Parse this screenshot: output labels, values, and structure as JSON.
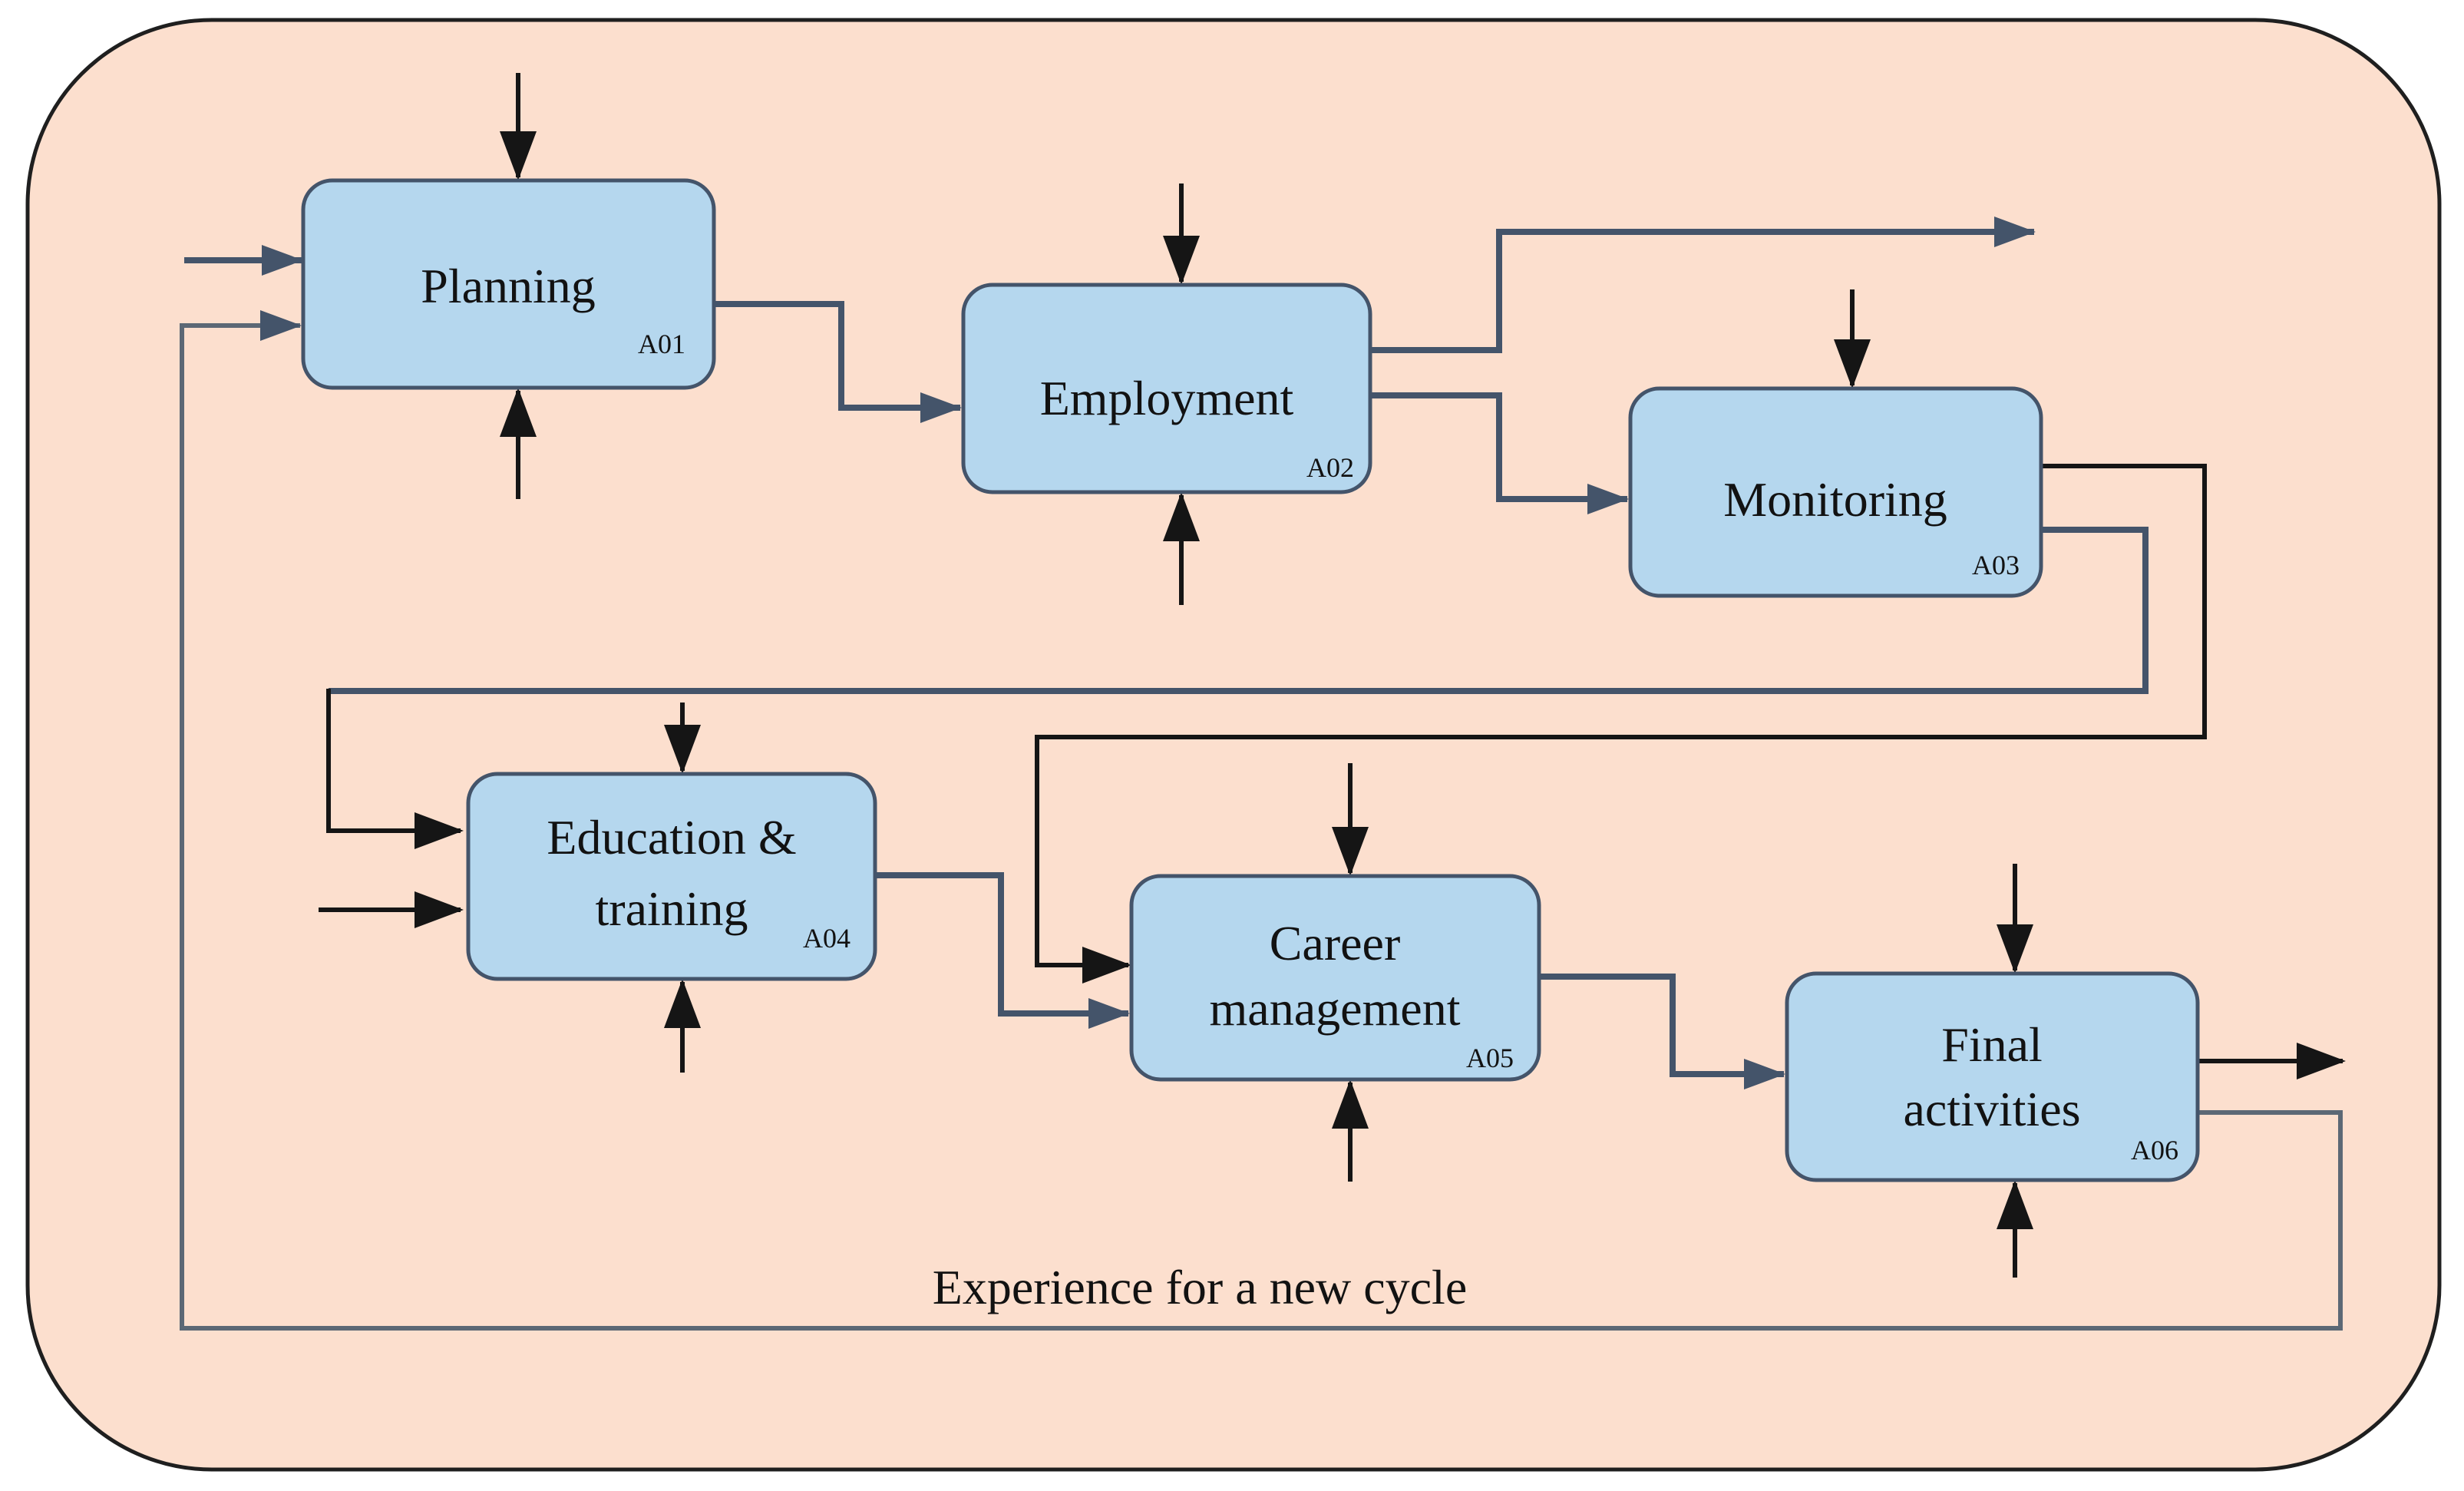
{
  "diagram": {
    "type": "IDEF0-process-diagram",
    "caption": "Experience for a new cycle",
    "colors": {
      "background": "#fcdfce",
      "outer_border": "#1f1f1f",
      "node_fill": "#b5d7ee",
      "node_border": "#44546a",
      "connector_slate": "#44546a",
      "connector_black": "#151515",
      "connector_feedback": "#5c6875",
      "text": "#121212"
    },
    "nodes": [
      {
        "id": "A01",
        "label": "Planning",
        "code": "A01"
      },
      {
        "id": "A02",
        "label": "Employment",
        "code": "A02"
      },
      {
        "id": "A03",
        "label": "Monitoring",
        "code": "A03"
      },
      {
        "id": "A04",
        "label_line1": "Education &",
        "label_line2": "training",
        "code": "A04"
      },
      {
        "id": "A05",
        "label_line1": "Career",
        "label_line2": "management",
        "code": "A05"
      },
      {
        "id": "A06",
        "label_line1": "Final",
        "label_line2": "activities",
        "code": "A06"
      }
    ],
    "edges": [
      {
        "from": "external",
        "to": "A01",
        "type": "input"
      },
      {
        "from": "A06",
        "to": "A01",
        "type": "feedback",
        "label": "Experience for a new cycle"
      },
      {
        "from": "A01",
        "to": "A02",
        "type": "flow"
      },
      {
        "from": "A02",
        "to": "external",
        "type": "output"
      },
      {
        "from": "A02",
        "to": "A03",
        "type": "flow"
      },
      {
        "from": "A03",
        "to": "A05",
        "type": "flow"
      },
      {
        "from": "A03",
        "to": "A04",
        "type": "flow"
      },
      {
        "from": "external",
        "to": "A04",
        "type": "input"
      },
      {
        "from": "A04",
        "to": "A05",
        "type": "flow"
      },
      {
        "from": "A05",
        "to": "A06",
        "type": "flow"
      },
      {
        "from": "A06",
        "to": "external",
        "type": "output"
      },
      {
        "controls": "every activity has a top control arrow; A01, A02, A04, A05, A06 also have a bottom mechanism arrow"
      }
    ]
  }
}
